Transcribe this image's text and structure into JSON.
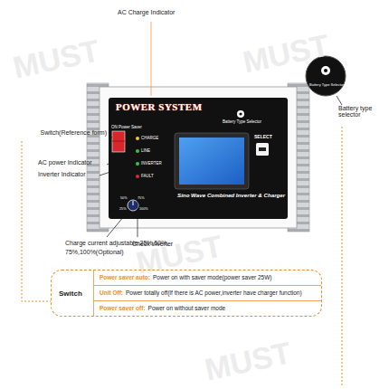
{
  "diagram": {
    "nodes": [
      {
        "text": [
          "Switch"
        ]
      },
      {
        "text": [
          "Power saver auto:",
          "Power on with saver mode(power saver 25W)"
        ],
        "in": 0
      },
      {
        "text": [
          "Unit Off:",
          "Power totally off(If there is AC power,inverter have charger function)"
        ],
        "in": 0
      },
      {
        "text": [
          "Power saver off:",
          "Power on without saver mode"
        ],
        "in": 0
      }
    ],
    "labels": [
      "AC Charge Indicator",
      "Switch(Reference form)",
      "AC power Indicator",
      "Inverter Indicator",
      "Charge current adjustable:25%,50%, 75%,100%(Optional)",
      "Check inverter",
      "Battery type selector",
      "POWER SYSTEM",
      "ON Power Saver",
      "CHARGE",
      "LINE",
      "INVERTER",
      "FAULT",
      "Battery Type Selector",
      "SELECT",
      "Sino Wave Combined Inverter & Charger",
      "Battery Type Selector",
      "25%",
      "50%",
      "75%",
      "100%",
      "MUST",
      "MUST",
      "MUST",
      "MUST"
    ]
  }
}
